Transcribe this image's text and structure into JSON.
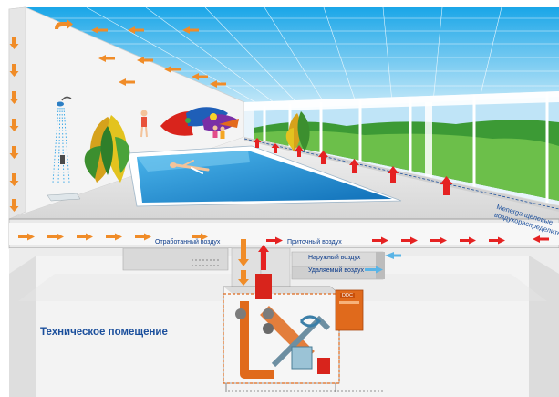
{
  "labels": {
    "exhaust_air": "Отработанный воздух",
    "supply_air": "Приточный воздух",
    "outdoor_air": "Наружный воздух",
    "removed_air": "Удаляемый воздух",
    "ddc": "DDC",
    "technical_room": "Техническое помещение",
    "vent_line1": "Menerga щелевые",
    "vent_line2": "воздухораспределители"
  },
  "colors": {
    "exhaust_arrow": "#f08c28",
    "supply_arrow": "#e52222",
    "outdoor_arrow": "#5ab4e6",
    "pool_water": "#1f8fd0",
    "sky": "#2fb2ee",
    "grass": "#3c9a35",
    "technical_text": "#1b4f9c",
    "unit_orange": "#e06a1c"
  },
  "icons": [
    "shower-icon",
    "plant-icon",
    "swimmer-icon",
    "people-icon",
    "fish-mural-icon"
  ]
}
